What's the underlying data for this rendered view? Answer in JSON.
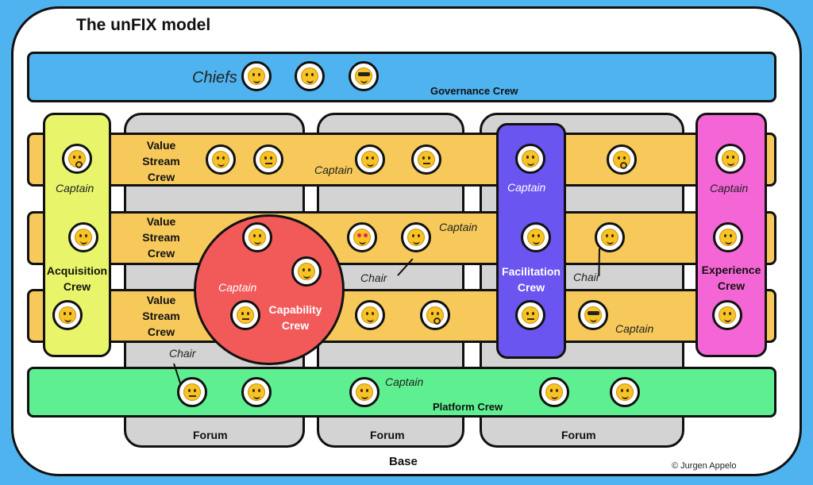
{
  "title": "The unFIX model",
  "labels": {
    "chiefs": "Chiefs",
    "governance_crew": "Governance Crew",
    "value_stream_crew": "Value\nStream\nCrew",
    "acquisition_crew": "Acquisition\nCrew",
    "facilitation_crew": "Facilitation\nCrew",
    "experience_crew": "Experience\nCrew",
    "capability_crew": "Capability\nCrew",
    "platform_crew": "Platform Crew",
    "forum": "Forum",
    "base": "Base",
    "captain": "Captain",
    "chair": "Chair",
    "copyright": "© Jurgen Appelo"
  },
  "faces": [
    {
      "id": "chief-1",
      "type": "smile"
    },
    {
      "id": "chief-2",
      "type": "eyeroll"
    },
    {
      "id": "chief-3",
      "type": "sunglasses"
    },
    {
      "id": "acq-1",
      "type": "surprised"
    },
    {
      "id": "acq-2",
      "type": "sleepy"
    },
    {
      "id": "acq-3",
      "type": "hearts"
    },
    {
      "id": "vs1-1",
      "type": "confused"
    },
    {
      "id": "vs1-2",
      "type": "neutral"
    },
    {
      "id": "vs1-3",
      "type": "laughing"
    },
    {
      "id": "vs1-4",
      "type": "expressionless"
    },
    {
      "id": "vs1-5",
      "type": "surprised"
    },
    {
      "id": "vs2-1",
      "type": "heart-eyes"
    },
    {
      "id": "vs2-2",
      "type": "angry"
    },
    {
      "id": "vs2-3",
      "type": "grimace"
    },
    {
      "id": "vs3-1",
      "type": "rofl"
    },
    {
      "id": "vs3-2",
      "type": "surprised"
    },
    {
      "id": "vs3-3",
      "type": "sunglasses"
    },
    {
      "id": "cap-1",
      "type": "joy"
    },
    {
      "id": "cap-2",
      "type": "yum"
    },
    {
      "id": "cap-3",
      "type": "neutral"
    },
    {
      "id": "fac-1",
      "type": "wink"
    },
    {
      "id": "fac-2",
      "type": "smile"
    },
    {
      "id": "fac-3",
      "type": "neutral"
    },
    {
      "id": "exp-1",
      "type": "confused"
    },
    {
      "id": "exp-2",
      "type": "smile"
    },
    {
      "id": "exp-3",
      "type": "joy"
    },
    {
      "id": "plat-1",
      "type": "expressionless"
    },
    {
      "id": "plat-2",
      "type": "laughing"
    },
    {
      "id": "plat-3",
      "type": "grin"
    },
    {
      "id": "plat-4",
      "type": "hug"
    },
    {
      "id": "plat-5",
      "type": "hug"
    }
  ]
}
